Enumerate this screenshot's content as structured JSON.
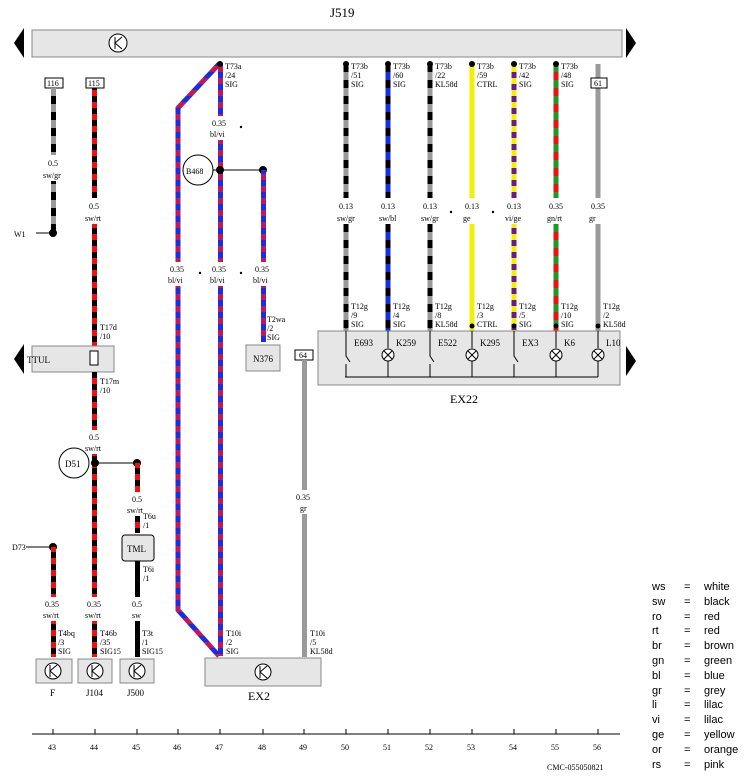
{
  "title": "J519",
  "columns": [
    "43",
    "44",
    "45",
    "46",
    "47",
    "48",
    "49",
    "50",
    "51",
    "52",
    "53",
    "54",
    "55",
    "56"
  ],
  "wires": [
    {
      "col": "43",
      "label": "116",
      "gauge": "0.5",
      "color": "sw/gr",
      "colors": [
        "#000",
        "#9a9a9a"
      ]
    },
    {
      "col": "44",
      "label": "115",
      "gauge": "0.5",
      "color": "sw/rt",
      "colors": [
        "#000",
        "#e11"
      ]
    },
    {
      "col": "47",
      "conn": "T73a",
      "pin": "/24",
      "sig": "SIG",
      "gauge": "0.35",
      "color": "bl/vi"
    },
    {
      "col": "50",
      "conn": "T73b",
      "pin": "/51",
      "sig": "SIG",
      "gauge": "0.13",
      "color": "sw/gr"
    },
    {
      "col": "51",
      "conn": "T73b",
      "pin": "/60",
      "sig": "SIG",
      "gauge": "0.13",
      "color": "sw/bl"
    },
    {
      "col": "52",
      "conn": "T73b",
      "pin": "/22",
      "sig": "KL58d",
      "gauge": "0.13",
      "color": "sw/gr"
    },
    {
      "col": "53",
      "conn": "T73b",
      "pin": "/59",
      "sig": "CTRL",
      "gauge": "0.13",
      "color": "ge"
    },
    {
      "col": "54",
      "conn": "T73b",
      "pin": "/42",
      "sig": "SIG",
      "gauge": "0.13",
      "color": "vi/ge"
    },
    {
      "col": "55",
      "conn": "T73b",
      "pin": "/48",
      "sig": "SIG",
      "gauge": "0.35",
      "color": "gn/rt"
    },
    {
      "col": "56",
      "label": "61",
      "gauge": "0.35",
      "color": "gr"
    }
  ],
  "ex22": {
    "name": "EX22",
    "connectors": [
      {
        "conn": "T12g",
        "pin": "/9",
        "sig": "SIG",
        "comp": "E693"
      },
      {
        "conn": "T12g",
        "pin": "/4",
        "sig": "SIG",
        "comp": "K259"
      },
      {
        "conn": "T12g",
        "pin": "/8",
        "sig": "KL58d",
        "comp": "E522"
      },
      {
        "conn": "T12g",
        "pin": "/3",
        "sig": "CTRL",
        "comp": "K295"
      },
      {
        "conn": "T12g",
        "pin": "/5",
        "sig": "SIG",
        "comp": "EX3"
      },
      {
        "conn": "T12g",
        "pin": "/10",
        "sig": "SIG",
        "comp": "K6"
      },
      {
        "conn": "T12g",
        "pin": "/2",
        "sig": "KL58d",
        "comp": "L10"
      }
    ]
  },
  "labels": {
    "w1": "W1",
    "d73": "D73",
    "ttul": "TTUL",
    "b468": "B468",
    "d51": "D51",
    "tml": "TML",
    "n376": "N376",
    "ex2": "EX2",
    "wire64": "64",
    "t17d": "T17d",
    "t17d_pin": "/10",
    "t17m": "T17m",
    "t17m_pin": "/10",
    "t2wa": "T2wa",
    "t2wa_pin": "/2",
    "t2wa_sig": "SIG",
    "t6u": "T6u",
    "t6u_pin": "/1",
    "t6i": "T6i",
    "t6i_pin": "/1",
    "t4bq": "T4bq",
    "t4bq_pin": "/3",
    "t4bq_sig": "SIG",
    "t46b": "T46b",
    "t46b_pin": "/35",
    "t46b_sig": "SIG15",
    "t3t": "T3t",
    "t3t_pin": "/1",
    "t3t_sig": "SIG15",
    "t10i_a": "T10i",
    "t10i_a_pin": "/2",
    "t10i_a_sig": "SIG",
    "t10i_b": "T10i",
    "t10i_b_pin": "/5",
    "t10i_b_sig": "KL58d",
    "comp_f": "F",
    "comp_j104": "J104",
    "comp_j500": "J500",
    "g44b": "0.5",
    "c44b": "sw/rt",
    "g45a": "0.5",
    "c45a": "sw/rt",
    "g45b": "0.5",
    "c45b": "sw",
    "g43b": "0.35",
    "c43b": "sw/rt",
    "g44c": "0.35",
    "c44c": "sw/rt",
    "g46": "0.35",
    "c46": "bl/vi",
    "g47b": "0.35",
    "c47b": "bl/vi",
    "g48": "0.35",
    "c48": "bl/vi",
    "g49": "0.35",
    "c49": "gr",
    "docid": "CMC-055050821"
  },
  "legend": [
    [
      "ws",
      "=",
      "white"
    ],
    [
      "sw",
      "=",
      "black"
    ],
    [
      "ro",
      "=",
      "red"
    ],
    [
      "rt",
      "=",
      "red"
    ],
    [
      "br",
      "=",
      "brown"
    ],
    [
      "gn",
      "=",
      "green"
    ],
    [
      "bl",
      "=",
      "blue"
    ],
    [
      "gr",
      "=",
      "grey"
    ],
    [
      "li",
      "=",
      "lilac"
    ],
    [
      "vi",
      "=",
      "lilac"
    ],
    [
      "ge",
      "=",
      "yellow"
    ],
    [
      "or",
      "=",
      "orange"
    ],
    [
      "rs",
      "=",
      "pink"
    ]
  ]
}
